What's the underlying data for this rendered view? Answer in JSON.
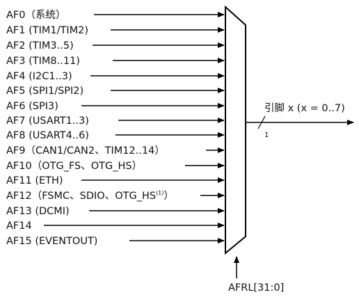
{
  "inputs": [
    {
      "text": "AF0（系统）"
    },
    {
      "text": "AF1 (TIM1/TIM2)"
    },
    {
      "text": "AF2 (TIM3..5)"
    },
    {
      "text": "AF3 (TIM8..11)"
    },
    {
      "text": "AF4 (I2C1..3)"
    },
    {
      "text": "AF5 (SPI1/SPI2)"
    },
    {
      "text": "AF6 (SPI3)"
    },
    {
      "text": "AF7 (USART1..3)"
    },
    {
      "text": "AF8 (USART4..6)"
    },
    {
      "text": "AF9（CAN1/CAN2、TIM12..14）"
    },
    {
      "text": "AF10（OTG_FS、OTG_HS）"
    },
    {
      "text": "AF11 (ETH)"
    },
    {
      "text": "AF12（FSMC、SDIO、OTG_HS",
      "sup": "(1)",
      "tail": "）"
    },
    {
      "text": "AF13 (DCMI)"
    },
    {
      "text": "AF14"
    },
    {
      "text": "AF15 (EVENTOUT)"
    }
  ],
  "output": {
    "label": "引脚 x (x = 0..7)",
    "bus_width": "1"
  },
  "select": {
    "label": "AFRL[31:0]"
  }
}
